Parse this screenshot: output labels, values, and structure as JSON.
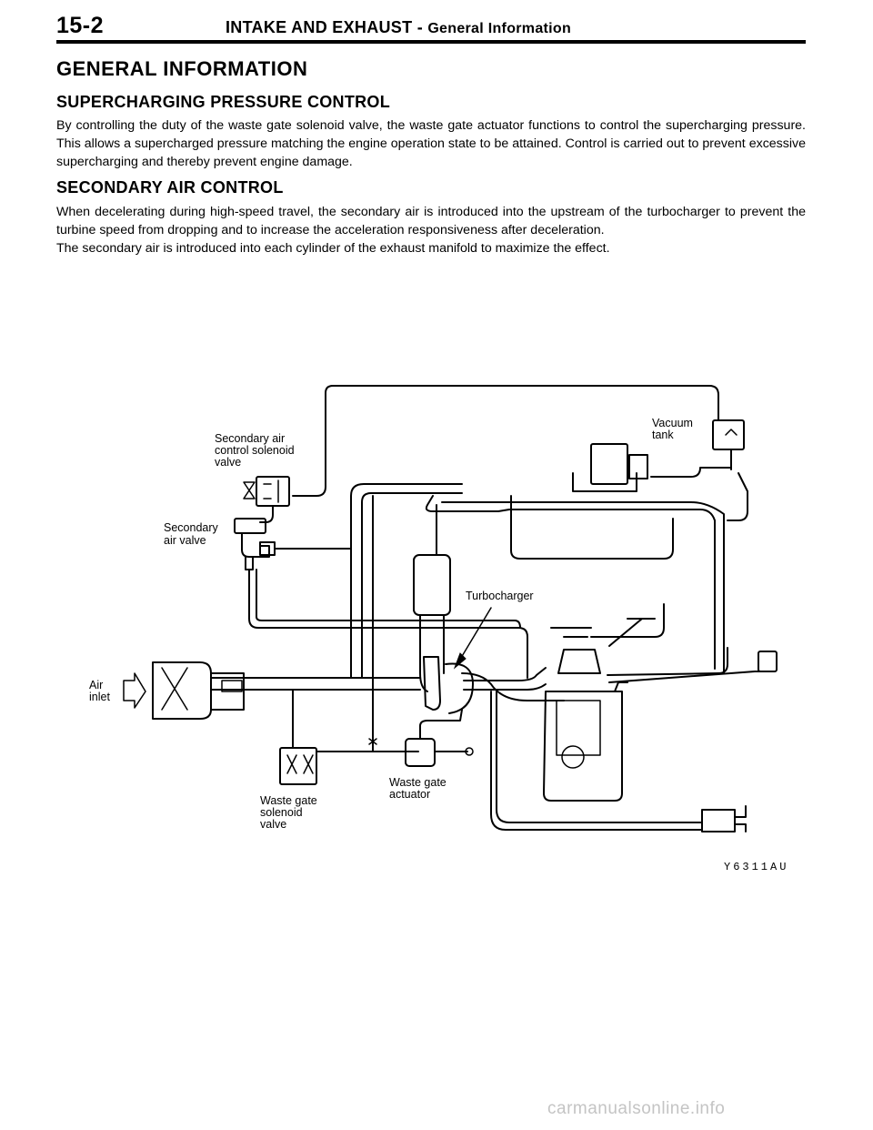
{
  "header": {
    "page_number": "15-2",
    "section": "INTAKE AND EXHAUST -",
    "subsection": "General Information"
  },
  "main": {
    "title": "GENERAL INFORMATION",
    "sections": [
      {
        "heading": "SUPERCHARGING PRESSURE CONTROL",
        "paragraphs": [
          "By controlling the duty of the waste gate solenoid valve, the waste gate actuator functions to control the supercharging pressure. This allows a supercharged pressure matching the engine operation state to be attained. Control is carried out to prevent excessive supercharging and thereby prevent engine damage."
        ]
      },
      {
        "heading": "SECONDARY AIR CONTROL",
        "paragraphs": [
          "When decelerating during high-speed travel, the secondary air is introduced into the upstream of the turbocharger to prevent the turbine speed from dropping and to increase the acceleration responsiveness after deceleration.",
          "The secondary air is introduced into each cylinder of the exhaust manifold to maximize the effect."
        ]
      }
    ]
  },
  "diagram": {
    "labels": {
      "secondary_air_control_solenoid_valve": [
        "Secondary air",
        "control solenoid",
        "valve"
      ],
      "vacuum_tank": [
        "Vacuum",
        "tank"
      ],
      "secondary_air_valve": [
        "Secondary",
        "air valve"
      ],
      "turbocharger": "Turbocharger",
      "air_inlet": [
        "Air",
        "inlet"
      ],
      "waste_gate_actuator": [
        "Waste gate",
        "actuator"
      ],
      "waste_gate_solenoid_valve": [
        "Waste gate",
        "solenoid",
        "valve"
      ]
    },
    "figure_code": "Y6311AU"
  },
  "watermark": "carmanualsonline.info"
}
